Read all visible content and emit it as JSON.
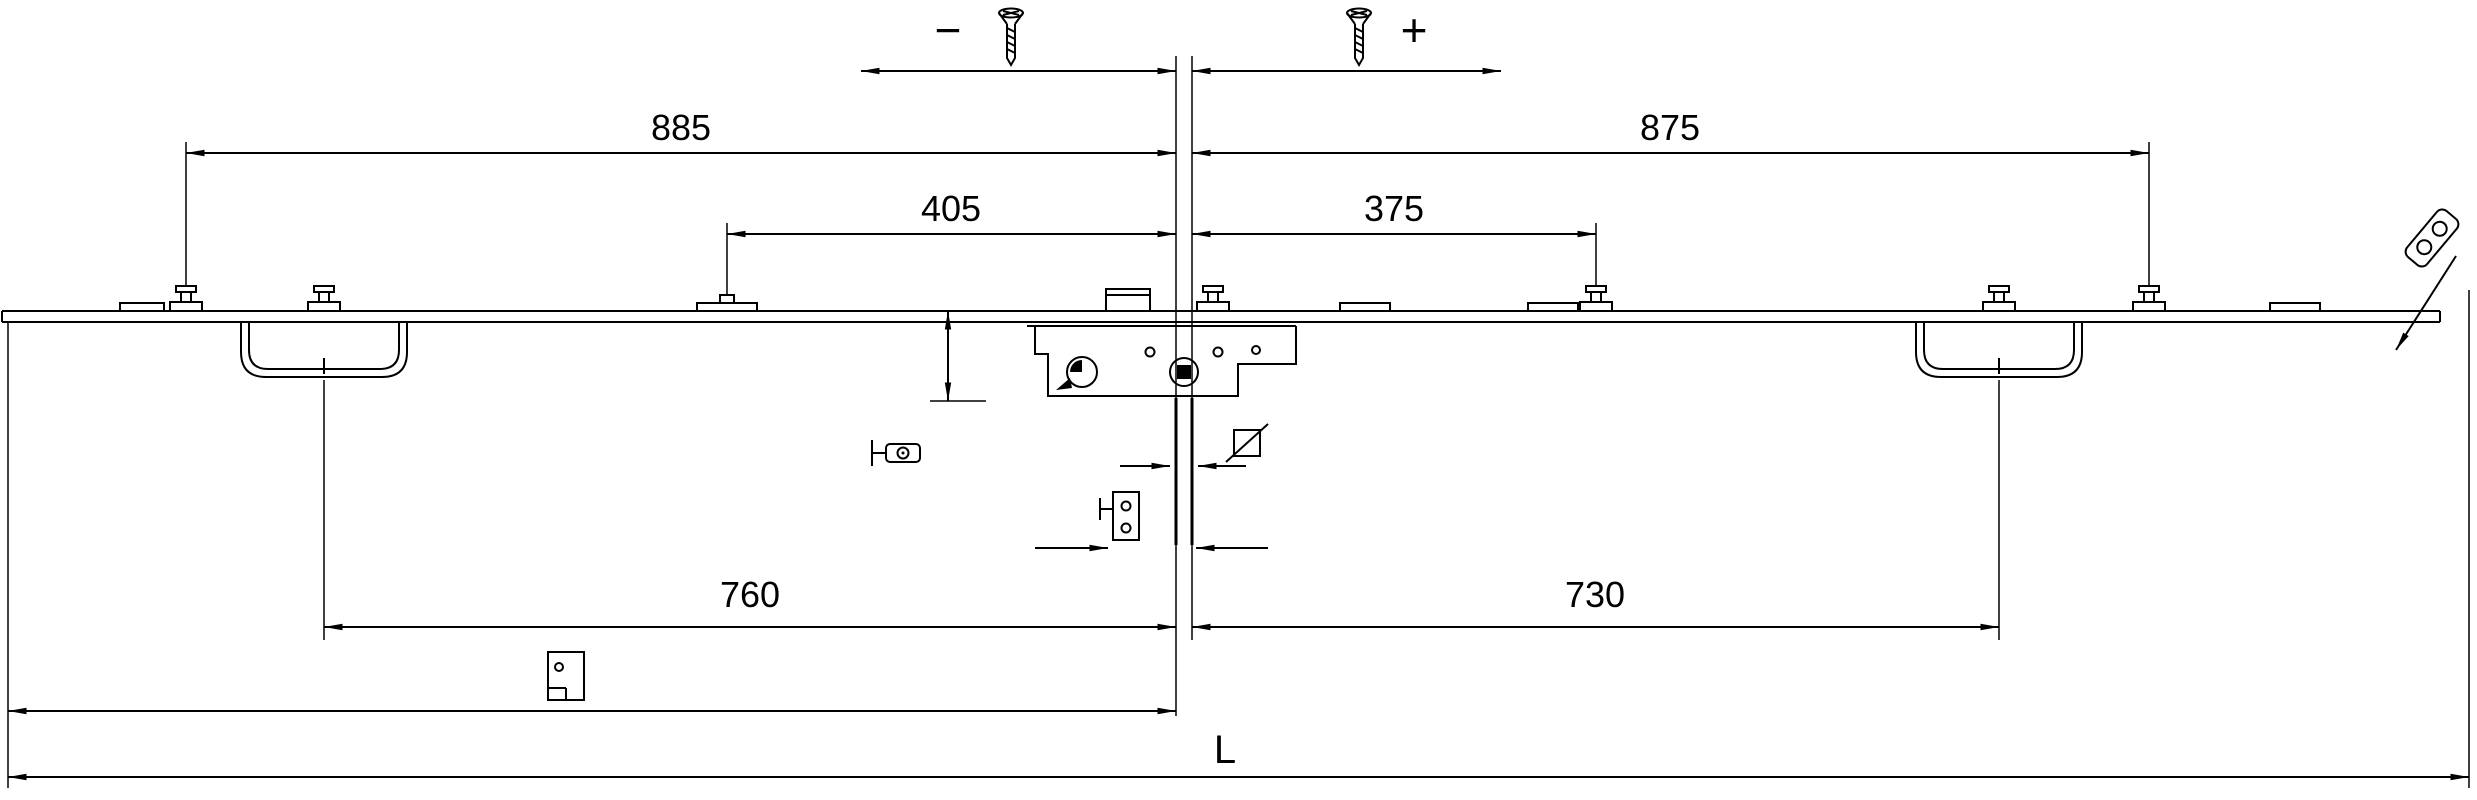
{
  "diagram": {
    "type": "technical-drawing",
    "subject": "multipoint-lock-rail-dimension-drawing",
    "background": "#ffffff",
    "line_color": "#000000",
    "adjustment": {
      "minus": "−",
      "plus": "+"
    },
    "dimensions": {
      "left_upper": "885",
      "right_upper": "875",
      "left_mid": "405",
      "right_mid": "375",
      "left_lower": "760",
      "right_lower": "730",
      "overall": "L"
    }
  }
}
